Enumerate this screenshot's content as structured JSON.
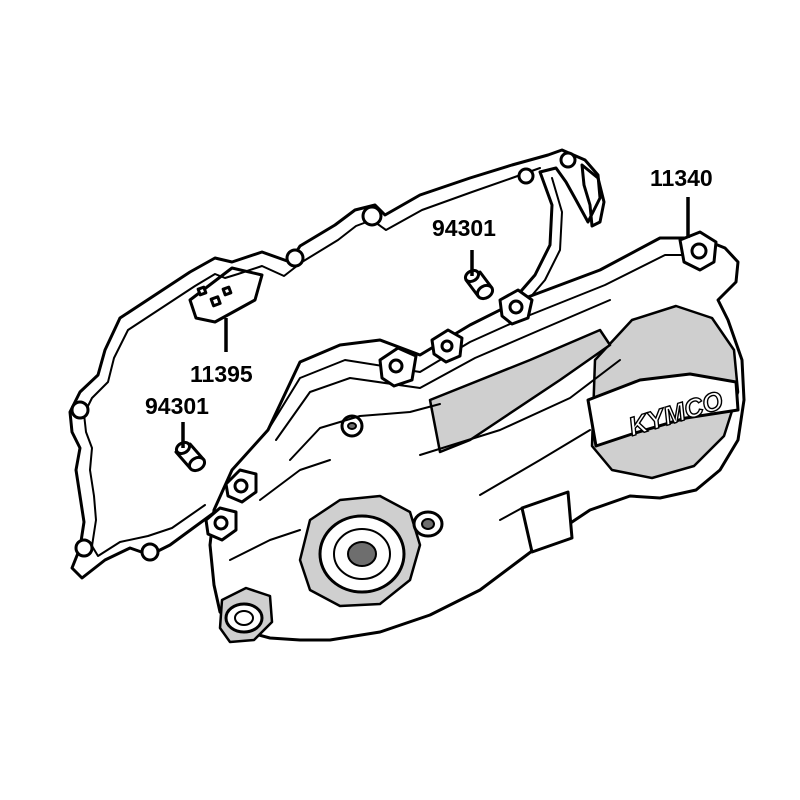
{
  "callouts": {
    "gasket": "11395",
    "pin_upper": "94301",
    "pin_lower": "94301",
    "cover": "11340"
  },
  "logo": {
    "brand_text": "KYMCO"
  },
  "colors": {
    "ink": "#000000",
    "shading": "#cfcfcf",
    "background": "#ffffff"
  }
}
